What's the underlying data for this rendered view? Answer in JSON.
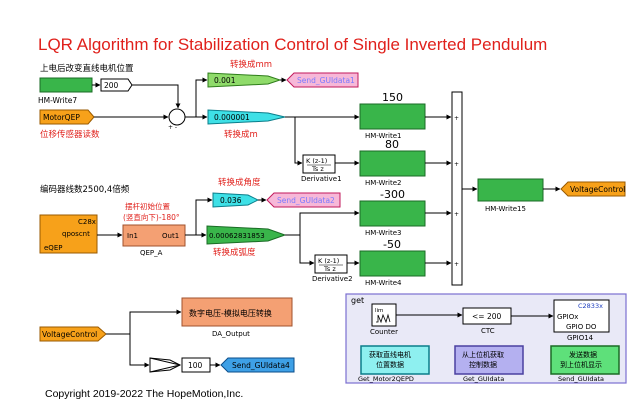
{
  "title": "LQR  Algorithm for Stabilization Control of Single Inverted Pendulum",
  "top_note": "上电后改变直线电机位置",
  "hmwrite7": {
    "label": "HM-Write7"
  },
  "const_200": "200",
  "motorqep": {
    "label": "MotorQEP",
    "note": "位移传感器读数"
  },
  "sum_sign": "+ -",
  "gain_001": {
    "value": "0.001",
    "note": "转换成mm"
  },
  "send1": "Send_GUIdata1",
  "gain_000001": {
    "value": "0.000001",
    "note": "转换成m"
  },
  "derivative1": {
    "num": "K (z-1)",
    "den": "Ts z",
    "label": "Derivative1"
  },
  "enc_note": "编码器线数2500,4倍频",
  "eqep": {
    "line1": "C28x",
    "line2": "qposcnt",
    "label": "eQEP"
  },
  "qep_a": {
    "in": "In1",
    "out": "Out1",
    "label": "QEP_A"
  },
  "init_note1": "摆杆初始位置",
  "init_note2": "(竖直向下)-180°",
  "gain_0036": {
    "value": "0.036",
    "note": "转换成角度"
  },
  "send2": "Send_GUIdata2",
  "gain_rad": {
    "value": "0.00062831853",
    "note": "转换成弧度"
  },
  "derivative2": {
    "num": "K (z-1)",
    "den": "Ts z",
    "label": "Derivative2"
  },
  "hm_write": [
    {
      "value": "150",
      "label": "HM-Write1"
    },
    {
      "value": "80",
      "label": "HM-Write2"
    },
    {
      "value": "-300",
      "label": "HM-Write3"
    },
    {
      "value": "-50",
      "label": "HM-Write4"
    }
  ],
  "hmwrite15": {
    "label": "HM-Write15"
  },
  "voltage_out": "VoltageControl",
  "voltage_in": "VoltageControl",
  "da_output": {
    "text": "数字电压-模拟电压转换",
    "label": "DA_Output"
  },
  "gain_100": "100",
  "send4": "Send_GUIdata4",
  "get_group": {
    "title": "get",
    "counter": {
      "label": "Counter",
      "sym": "lim"
    },
    "ctc": {
      "text": "<= 200",
      "label": "CTC"
    },
    "gpio": {
      "top": "C2833x",
      "mid": "GPIOx",
      "bot": "GPIO DO",
      "label": "GPIO14"
    },
    "motor2qepd": {
      "l1": "获取直线电机",
      "l2": "位置数据",
      "label": "Get_Motor2QEPD"
    },
    "get_gui": {
      "l1": "从上位机获取",
      "l2": "控制数据",
      "label": "Get_GUIdata"
    },
    "send_gui": {
      "l1": "发送数据",
      "l2": "到上位机显示",
      "label": "Send_GUIdata"
    }
  },
  "copyright": "Copyright 2019-2022 The HopeMotion,Inc.",
  "colors": {
    "title_red": "#e0201b",
    "green_block": "#39b54a",
    "orange_block": "#f7a11a",
    "cyan": "#3ee0e6",
    "light_green": "#8fdb6a",
    "pink_tag": "#f7b8d8",
    "send_blue": "#3a7dd8",
    "salmon": "#f4a073",
    "group_purple": "#7b6fd0"
  }
}
